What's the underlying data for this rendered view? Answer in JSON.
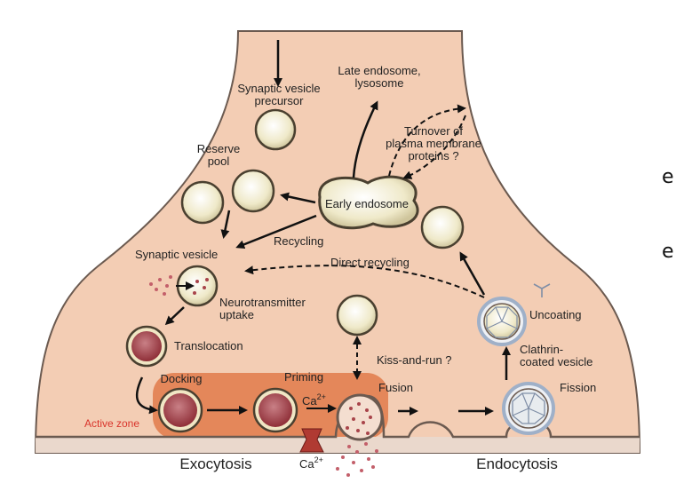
{
  "side_fragments": [
    "e",
    "e"
  ],
  "labels": {
    "synaptic_vesicle_precursor": [
      "Synaptic vesicle",
      "precursor"
    ],
    "late_endosome": [
      "Late endosome,",
      "lysosome"
    ],
    "turnover": [
      "Turnover of",
      "plasma membrane",
      "proteins ?"
    ],
    "reserve_pool": [
      "Reserve",
      "pool"
    ],
    "early_endosome": "Early endosome",
    "recycling": "Recycling",
    "synaptic_vesicle": "Synaptic vesicle",
    "direct_recycling": "Direct recycling",
    "neurotransmitter_uptake": [
      "Neurotransmitter",
      "uptake"
    ],
    "uncoating": "Uncoating",
    "translocation": "Translocation",
    "kiss_and_run": "Kiss-and-run ?",
    "clathrin_coated_vesicle": [
      "Clathrin-",
      "coated vesicle"
    ],
    "docking": "Docking",
    "priming": "Priming",
    "ca_top": "Ca",
    "ca_top_sup": "2+",
    "fusion": "Fusion",
    "fission": "Fission",
    "active_zone": "Active zone",
    "exocytosis": "Exocytosis",
    "ca_bottom": "Ca",
    "ca_bottom_sup": "2+",
    "endocytosis": "Endocytosis"
  },
  "colors": {
    "terminal_fill": "#f3cdb4",
    "outline": "#555555",
    "active_zone": "#e07a4a",
    "active_zone_label": "#d9342b",
    "vesicle_fill": "#efe9c9",
    "vesicle_content": "#a8444a",
    "clathrin": "#9fb0c8",
    "channel": "#b03a32"
  }
}
